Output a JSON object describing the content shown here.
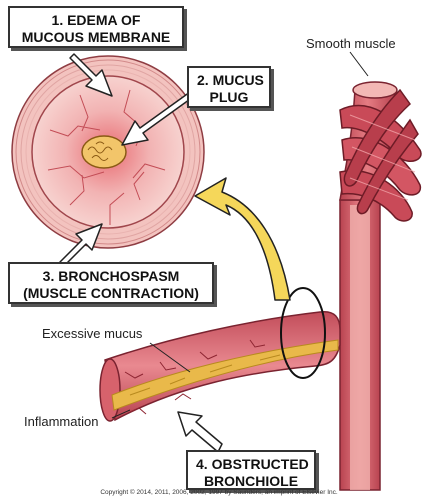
{
  "labels": {
    "edema_line1": "1. EDEMA OF",
    "edema_line2": "MUCOUS MEMBRANE",
    "mucus_line1": "2. MUCUS",
    "mucus_line2": "PLUG",
    "bronchospasm_line1": "3. BRONCHOSPASM",
    "bronchospasm_line2": "(MUSCLE CONTRACTION)",
    "obstructed_line1": "4. OBSTRUCTED",
    "obstructed_line2": "BRONCHIOLE",
    "smooth_muscle": "Smooth muscle",
    "excessive_mucus": "Excessive mucus",
    "inflammation": "Inflammation"
  },
  "copyright": "Copyright © 2014, 2011, 2006, 2002, 1997 by Saunders, an imprint of Elsevier Inc.",
  "colors": {
    "wall": "#d9636b",
    "wall_dark": "#9e2f3a",
    "lumen": "#f3c3c0",
    "mucus": "#e9b94a",
    "muscle": "#c94a58",
    "arrow": "#f5d75a"
  }
}
